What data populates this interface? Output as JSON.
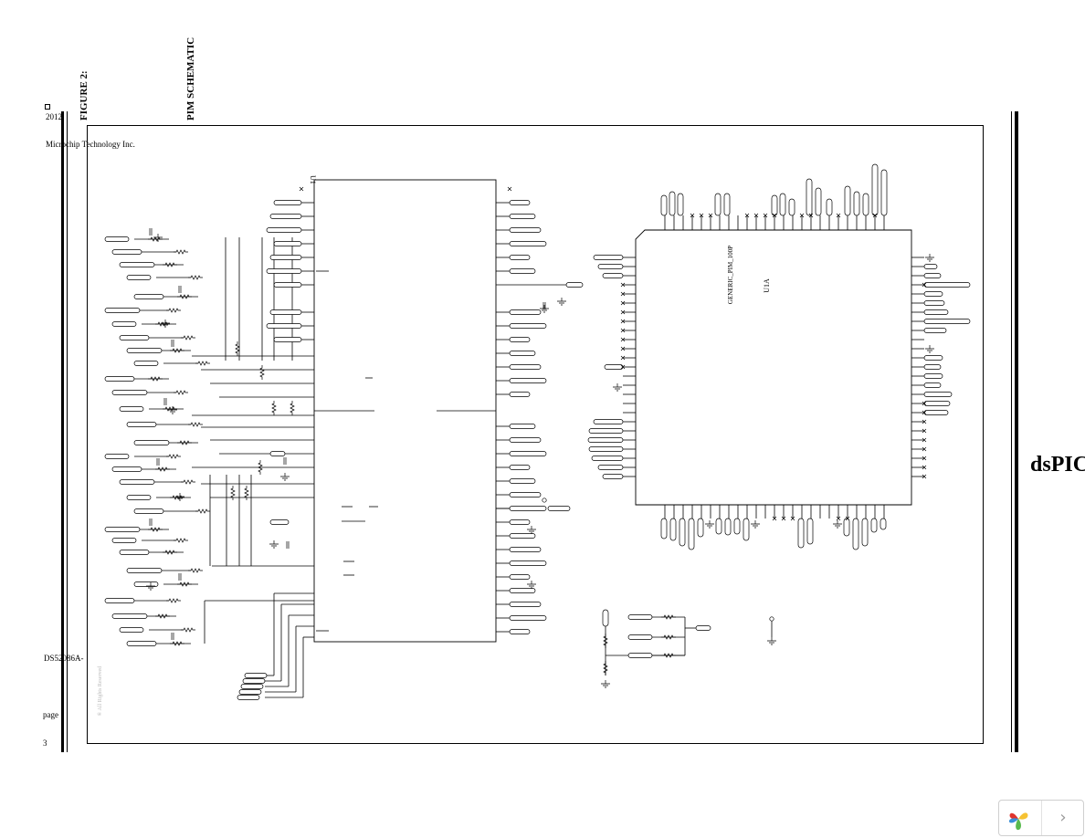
{
  "header": {
    "year": "2012",
    "company": "Microchip Technology Inc.",
    "figure_label": "FIGURE 2:",
    "figure_title": "PIM SCHEMATIC"
  },
  "footer": {
    "doc_number": "DS52086A-",
    "page_label": "page",
    "page_number": "3"
  },
  "schematic": {
    "u1_label": "U1",
    "u1a_label": "U1A",
    "part_number": "GENERIC_PIM_100P",
    "copyright_note": "® All Rights Reserved"
  },
  "brand": "dsPIC",
  "nav": {
    "logo_icon": "pinwheel-logo-icon",
    "next_icon": "chevron-right-icon",
    "next_symbol": "›"
  }
}
